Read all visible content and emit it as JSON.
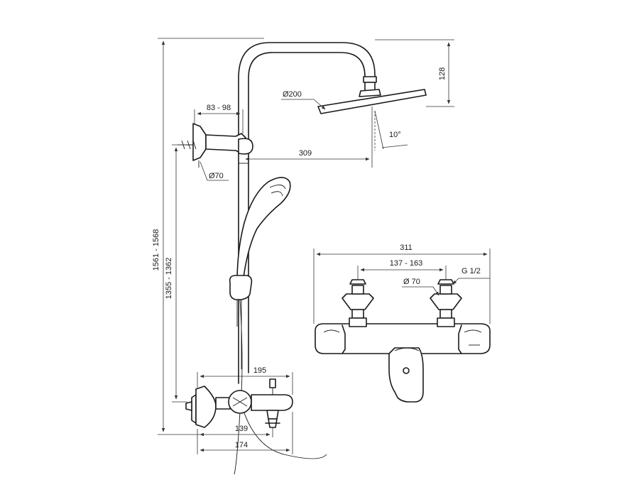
{
  "labels": {
    "overall_height": "1561 - 1568",
    "rail_height": "1355 - 1362",
    "bracket_range": "83 - 98",
    "head_diameter": "Ø200",
    "head_height": "128",
    "head_tilt": "10°",
    "arm_reach": "309",
    "rose_diameter": "Ø70",
    "mixer_width_side": "195",
    "mixer_depth_139": "139",
    "mixer_depth_174": "174",
    "front_width": "311",
    "inlet_centers": "137 - 163",
    "front_rose_diameter": "Ø 70",
    "thread_size": "G 1/2"
  }
}
